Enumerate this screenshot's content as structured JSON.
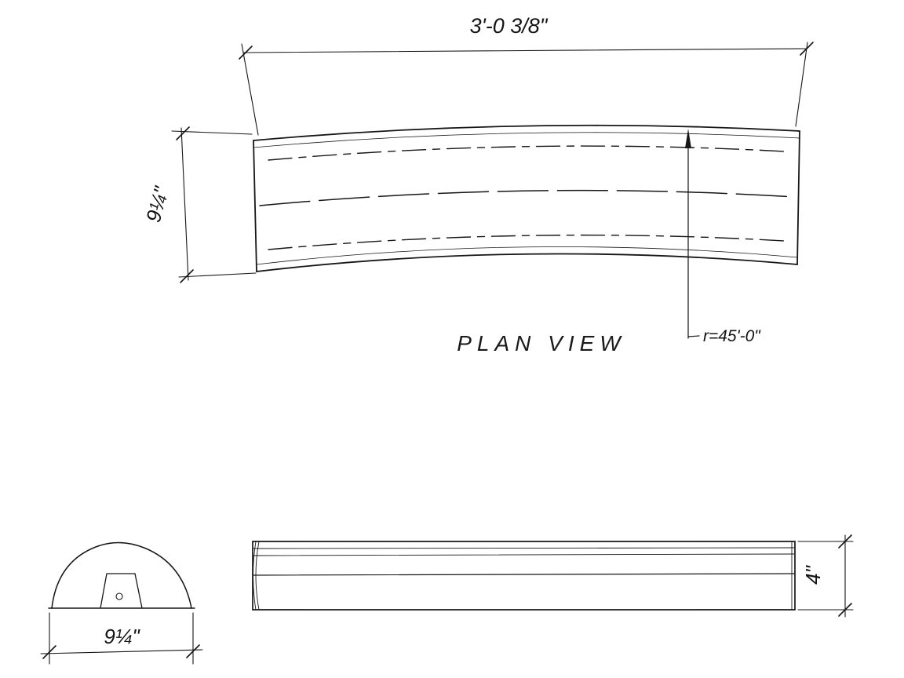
{
  "drawing": {
    "title": "PLAN VIEW",
    "ink_color": "#161616",
    "plan": {
      "length_dim": "3'-0  3/8\"",
      "width_dim": "9¼\"",
      "radius_label": "r=45'-0\""
    },
    "section": {
      "width_dim": "9¼\""
    },
    "elevation": {
      "height_dim": "4\""
    }
  }
}
